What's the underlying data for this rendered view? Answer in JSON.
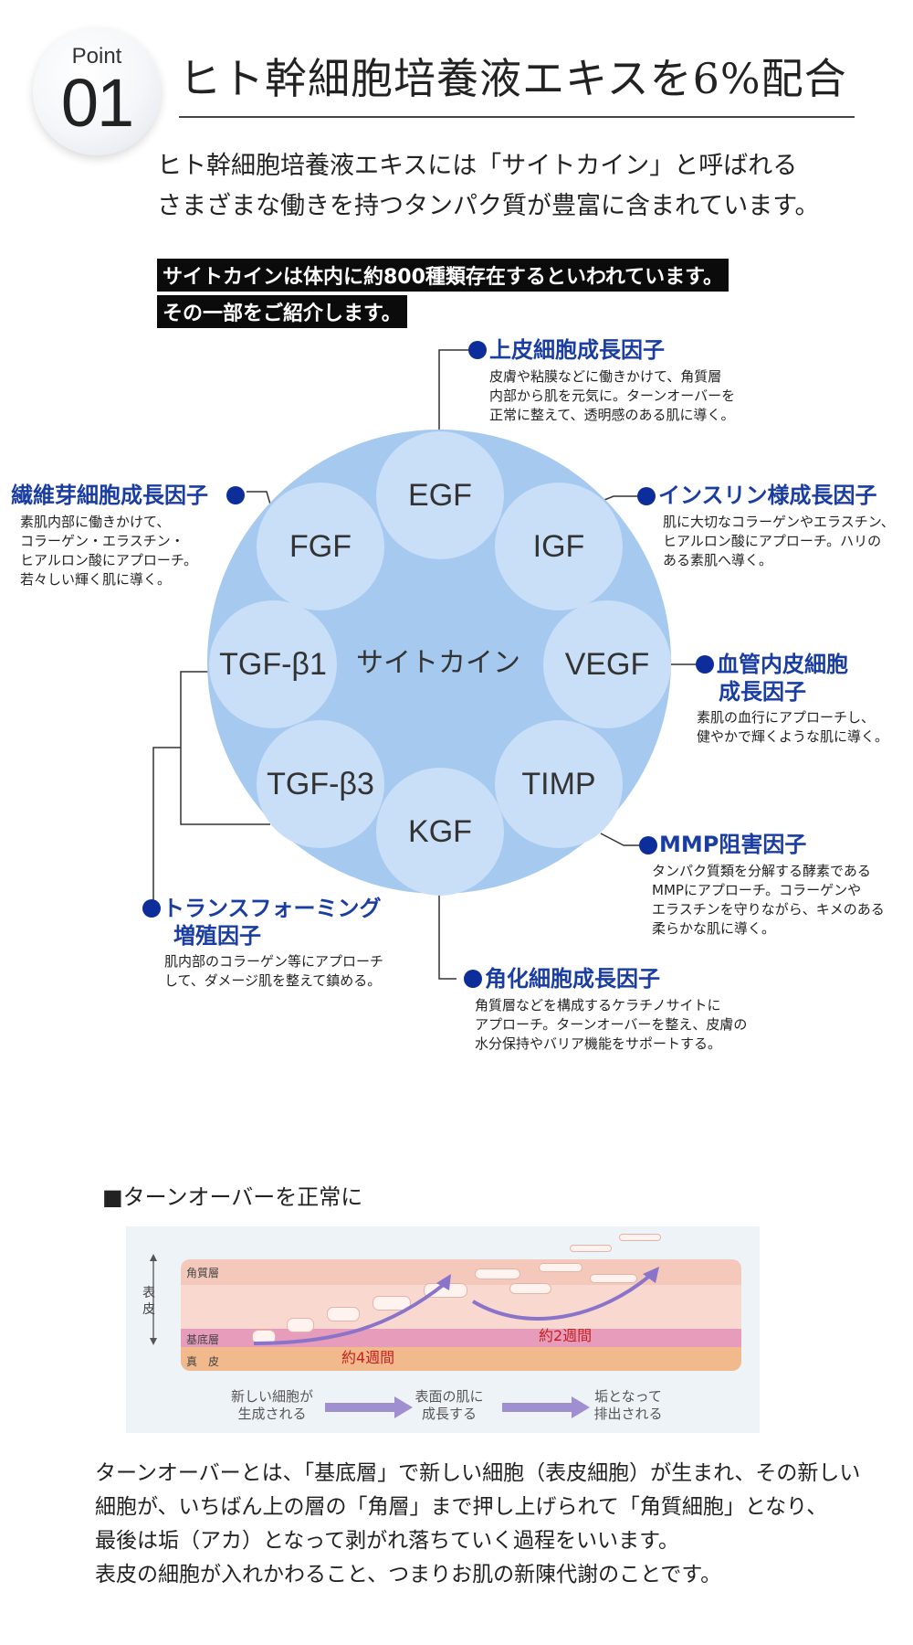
{
  "header": {
    "point_word": "Point",
    "point_number": "01",
    "title": "ヒト幹細胞培養液エキスを6%配合",
    "intro_lines": [
      "ヒト幹細胞培養液エキスには「サイトカイン」と呼ばれる",
      "さまざまな働きを持つタンパク質が豊富に含まれています。"
    ]
  },
  "highlight_lines": [
    "サイトカインは体内に約800種類存在するといわれています。",
    "その一部をご紹介します。"
  ],
  "diagram": {
    "center_label": "サイトカイン",
    "circles": {
      "egf": "EGF",
      "igf": "IGF",
      "vegf": "VEGF",
      "timp": "TIMP",
      "kgf": "KGF",
      "tgfb3": "TGF-β3",
      "tgfb1": "TGF-β1",
      "fgf": "FGF"
    },
    "factors": {
      "egf": {
        "title": "上皮細胞成長因子",
        "desc": [
          "皮膚や粘膜などに働きかけて、角質層",
          "内部から肌を元気に。ターンオーバーを",
          "正常に整えて、透明感のある肌に導く。"
        ]
      },
      "fgf": {
        "title": "繊維芽細胞成長因子",
        "desc": [
          "素肌内部に働きかけて、",
          "コラーゲン・エラスチン・",
          "ヒアルロン酸にアプローチ。",
          "若々しい輝く肌に導く。"
        ]
      },
      "igf": {
        "title": "インスリン様成長因子",
        "desc": [
          "肌に大切なコラーゲンやエラスチン、",
          "ヒアルロン酸にアプローチ。ハリの",
          "ある素肌へ導く。"
        ]
      },
      "vegf": {
        "title_lines": [
          "血管内皮細胞",
          "成長因子"
        ],
        "desc": [
          "素肌の血行にアプローチし、",
          "健やかで輝くような肌に導く。"
        ]
      },
      "timp": {
        "title": "MMP阻害因子",
        "desc": [
          "タンパク質類を分解する酵素である",
          "MMPにアプローチ。コラーゲンや",
          "エラスチンを守りながら、キメのある",
          "柔らかな肌に導く。"
        ]
      },
      "tgf": {
        "title_lines": [
          "トランスフォーミング",
          "増殖因子"
        ],
        "desc": [
          "肌内部のコラーゲン等にアプローチ",
          "して、ダメージ肌を整えて鎮める。"
        ]
      },
      "kgf": {
        "title": "角化細胞成長因子",
        "desc": [
          "角質層などを構成するケラチノサイトに",
          "アプローチ。ターンオーバーを整え、皮膚の",
          "水分保持やバリア機能をサポートする。"
        ]
      }
    },
    "colors": {
      "big_circle": "#a6c9f0",
      "small_circle": "#c9def7",
      "factor_title": "#1a3da2",
      "dot": "#0d2d9b"
    }
  },
  "turnover": {
    "heading": "■ターンオーバーを正常に",
    "labels": {
      "epidermis": "表皮",
      "stratum_corneum": "角質層",
      "basal_layer": "基底層",
      "dermis": "真　皮",
      "weeks_4": "約4週間",
      "weeks_2": "約2週間"
    },
    "steps": [
      [
        "新しい細胞が",
        "生成される"
      ],
      [
        "表面の肌に",
        "成長する"
      ],
      [
        "垢となって",
        "排出される"
      ]
    ]
  },
  "bottom_text_lines": [
    "ターンオーバーとは、「基底層」で新しい細胞（表皮細胞）が生まれ、その新しい",
    "細胞が、いちばん上の層の「角層」まで押し上げられて「角質細胞」となり、",
    "最後は垢（アカ）となって剥がれ落ちていく過程をいいます。",
    "表皮の細胞が入れかわること、つまりお肌の新陳代謝のことです。"
  ]
}
